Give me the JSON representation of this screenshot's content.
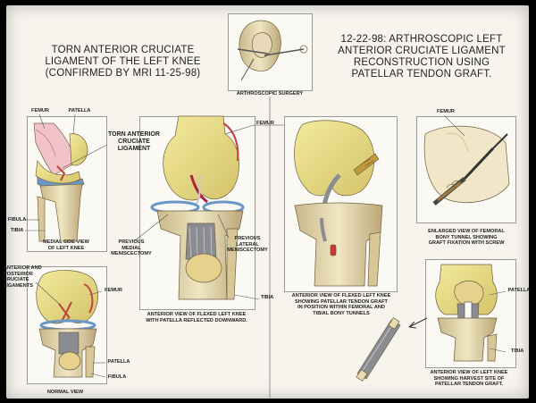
{
  "titles": {
    "left": [
      "TORN ANTERIOR CRUCIATE",
      "LIGAMENT OF THE LEFT KNEE",
      "(CONFIRMED BY MRI 11-25-98)"
    ],
    "right": [
      "12-22-98: ARTHROSCOPIC LEFT",
      "ANTERIOR CRUCIATE LIGAMENT",
      "RECONSTRUCTION USING",
      "PATELLAR TENDON GRAFT."
    ]
  },
  "labels": {
    "arthroscopic_surgery": "ARTHROSCOPIC SURGERY",
    "femur": "FEMUR",
    "patella": "PATELLA",
    "torn_acl": [
      "TORN ANTERIOR",
      "CRUCIATE LIGAMENT"
    ],
    "fibula": "FIBULA",
    "tibia": "TIBIA",
    "medial_side_view": [
      "MEDIAL SIDE VIEW",
      "OF LEFT KNEE"
    ],
    "prev_medial": [
      "PREVIOUS MEDIAL",
      "MENISCECTOMY"
    ],
    "prev_lateral": [
      "PREVIOUS LATERAL",
      "MENISCECTOMY"
    ],
    "anterior_posterior": [
      "ANTERIOR AND",
      "POSTERIOR CRUCIATE",
      "LIGAMENTS"
    ],
    "normal_view": "NORMAL VIEW",
    "anterior_reflected": [
      "ANTERIOR VIEW OF FLEXED LEFT KNEE",
      "WITH PATELLA REFLECTED DOWNWARD."
    ],
    "anterior_graft": [
      "ANTERIOR VIEW OF FLEXED LEFT KNEE",
      "SHOWING PATELLAR TENDON GRAFT",
      "IN POSITION WITHIN FEMORAL AND",
      "TIBIAL BONY TUNNELS"
    ],
    "enlarged": [
      "ENLARGED VIEW OF FEMORAL",
      "BONY TUNNEL SHOWING",
      "GRAFT FIXATION WITH SCREW"
    ],
    "harvest": [
      "ANTERIOR VIEW OF LEFT KNEE",
      "SHOWING HARVEST SITE OF",
      "PATELLAR TENDON GRAFT."
    ]
  },
  "colors": {
    "board": "#f7f4ee",
    "bone": "#e8dcb0",
    "bone_yellow": "#e9df8e",
    "cartilage": "#6a96c8",
    "ligament_red": "#b8433a",
    "tendon_grey": "#8a8c92"
  }
}
